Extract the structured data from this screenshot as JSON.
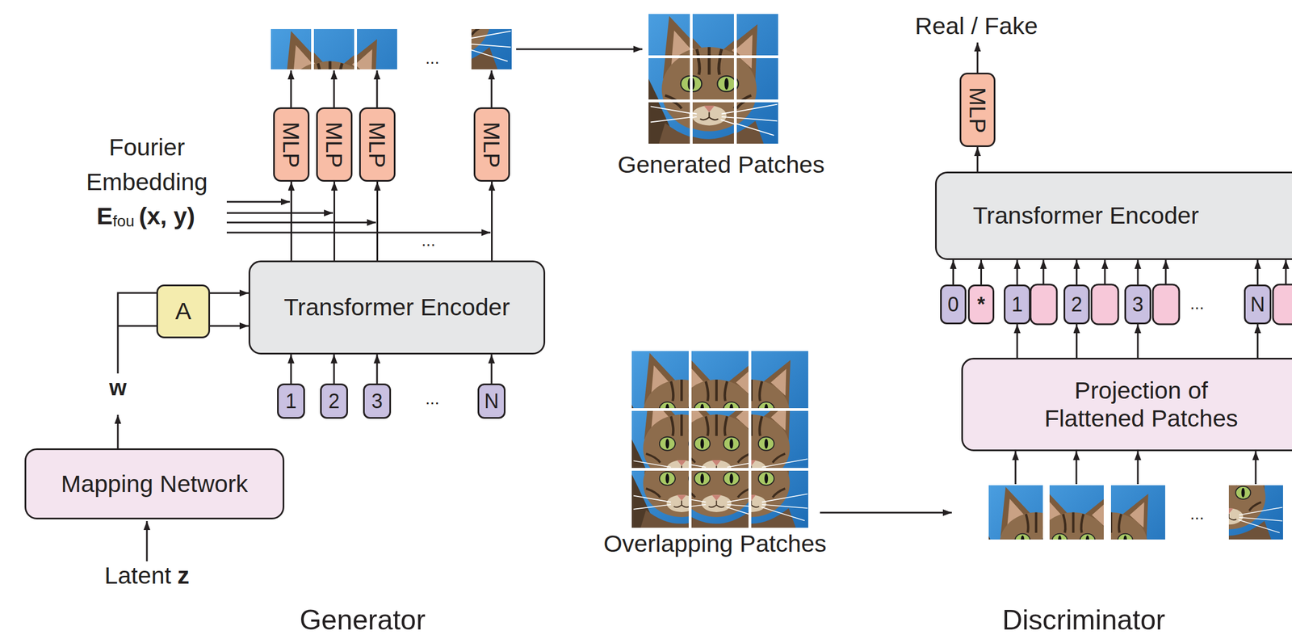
{
  "diagram": {
    "nodes": [
      {
        "text": [
          "MLP"
        ]
      },
      {
        "text": [
          "MLP"
        ]
      },
      {
        "text": [
          "MLP"
        ]
      },
      {
        "text": [
          "MLP"
        ]
      },
      {
        "text": [
          "Transformer Encoder"
        ]
      },
      {
        "text": [
          "A"
        ]
      },
      {
        "text": [
          "1"
        ]
      },
      {
        "text": [
          "2"
        ]
      },
      {
        "text": [
          "3"
        ]
      },
      {
        "text": [
          "N"
        ]
      },
      {
        "text": [
          "Mapping Network"
        ]
      },
      {
        "text": [
          "MLP"
        ]
      },
      {
        "text": [
          "Transformer Encoder"
        ]
      },
      {
        "text": [
          "0"
        ]
      },
      {
        "text": [
          "*"
        ]
      },
      {
        "text": [
          "1"
        ]
      },
      {
        "text": [
          "2"
        ]
      },
      {
        "text": [
          "3"
        ]
      },
      {
        "text": [
          "N"
        ]
      },
      {
        "text": [
          "Projection of Flattened Patches"
        ]
      }
    ],
    "edges": [
      {
        "from": 4,
        "to": 0,
        "arrow": "to"
      },
      {
        "from": 4,
        "to": 1,
        "arrow": "to"
      },
      {
        "from": 4,
        "to": 2,
        "arrow": "to"
      },
      {
        "from": 4,
        "to": 3,
        "arrow": "to"
      },
      {
        "from": 5,
        "to": 4,
        "arrow": "to"
      },
      {
        "from": 5,
        "to": 4,
        "arrow": "to"
      },
      {
        "from": 6,
        "to": 4,
        "arrow": "to"
      },
      {
        "from": 7,
        "to": 4,
        "arrow": "to"
      },
      {
        "from": 8,
        "to": 4,
        "arrow": "to"
      },
      {
        "from": 9,
        "to": 4,
        "arrow": "to"
      },
      {
        "from": 12,
        "to": 11,
        "arrow": "to"
      },
      {
        "from": 13,
        "to": 12,
        "arrow": "to"
      },
      {
        "from": 14,
        "to": 12,
        "arrow": "to"
      },
      {
        "from": 15,
        "to": 12,
        "arrow": "to"
      },
      {
        "from": 16,
        "to": 12,
        "arrow": "to"
      },
      {
        "from": 17,
        "to": 12,
        "arrow": "to"
      },
      {
        "from": 18,
        "to": 12,
        "arrow": "to"
      },
      {
        "from": 19,
        "to": 15,
        "arrow": "to"
      },
      {
        "from": 19,
        "to": 16,
        "arrow": "to"
      },
      {
        "from": 19,
        "to": 17,
        "arrow": "to"
      },
      {
        "from": 19,
        "to": 18,
        "arrow": "to"
      }
    ],
    "labels": [
      "Real / Fake",
      "...",
      "Generated Patches",
      "Fourier Embedding",
      "E",
      "fou",
      "(x, y)",
      "...",
      "w",
      "...",
      "Overlapping Patches",
      "...",
      "...",
      "Latent",
      "z",
      "Generator",
      "Discriminator"
    ]
  }
}
